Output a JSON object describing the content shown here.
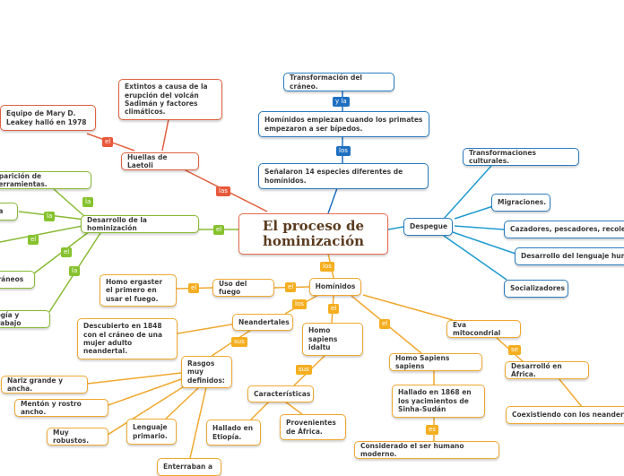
{
  "colors": {
    "red": "#e0603f",
    "green": "#88bb33",
    "blue": "#2b7cc0",
    "orange": "#f0a830"
  },
  "central": "El proceso de hominización",
  "red_branch": {
    "huellas": "Huellas de Laetoli",
    "extintos": "Extintos a causa de la erupción del volcán Sadimán y factores climáticos.",
    "equipo": "Equipo de Mary D. Leakey halló en 1978",
    "tag_las": "las",
    "tag_el": "el"
  },
  "green_branch": {
    "desarrollo": "Desarrollo de la hominización",
    "aparicion": "Aparición de herramientas.",
    "na": "na",
    "craneos": "cráneos",
    "tecnologia": "logía y trabajo",
    "tag_el": "el",
    "tags_la": [
      "la",
      "la",
      "el",
      "el",
      "la"
    ]
  },
  "blue_top": {
    "transformacion": "Transformación del cráneo.",
    "hominidos_bipedos": "Homínidos empiezan cuando los primates empezaron a ser bípedos.",
    "senalaron": "Señalaron 14 especies diferentes de homínidos.",
    "tag_yla": "y la",
    "tag_los": "los"
  },
  "blue_right": {
    "despegue": "Despegue",
    "culturales": "Transformaciones culturales.",
    "migraciones": "Migraciones.",
    "cazadores": "Cazadores, pescadores, recolectores",
    "lenguaje": "Desarrollo del lenguaje humano",
    "socializadores": "Socializadores"
  },
  "orange_branch": {
    "hominidos": "Homínidos",
    "uso_fuego": "Uso del fuego",
    "ergaster": "Homo ergaster el primero en usar el fuego.",
    "neandertales": "Neandertales",
    "descubierto": "Descubierto en 1848 con el cráneo de una mujer adulto neandertal.",
    "rasgos": "Rasgos muy definidos:",
    "nariz": "Nariz grande y ancha.",
    "menton": "Mentón y rostro ancho.",
    "robustos": "Muy robustos.",
    "lenguaje_primario": "Lenguaje primario.",
    "enterraban": "Enterraban a",
    "sapiens_idaltu": "Homo sapiens idaltu",
    "caracteristicas": "Características",
    "etiopia": "Hallado en Etiopía.",
    "africa": "Provenientes de África.",
    "sapiens_sapiens": "Homo Sapiens sapiens",
    "sinha": "Hallado en 1868 en los yacimientos de Sinha-Sudán",
    "considerado": "Considerado el ser humano moderno.",
    "eva": "Eva mitocondrial",
    "africa2": "Desarrolló en África.",
    "coexistiendo": "Coexistiendo con los neandertales",
    "tags": {
      "los_top": "los",
      "el_fuego": "el",
      "el_ergaster": "el",
      "los_nean": "los",
      "sus_rasgos": "sus",
      "el_idaltu": "el",
      "sus_carac": "sus",
      "el_sapiens": "el",
      "es": "es",
      "se": "se"
    }
  }
}
